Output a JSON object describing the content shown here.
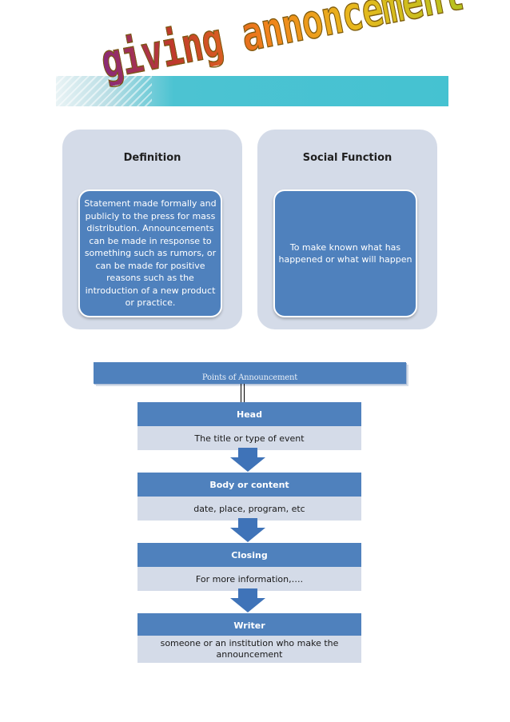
{
  "header": {
    "title": "giving annoncement"
  },
  "panels": {
    "definition": {
      "title": "Definition",
      "text": "Statement made formally and publicly to the press for mass distribution. Announcements can be made in response to something such as rumors, or can be made for positive reasons such as the introduction of a new product or practice."
    },
    "social_function": {
      "title": "Social Function",
      "text": "To make known what has happened or what will happen"
    }
  },
  "flow": {
    "title": "Points of Announcement",
    "steps": [
      {
        "head": "Head",
        "body": "The title or type of event"
      },
      {
        "head": "Body or content",
        "body": "date, place, program, etc"
      },
      {
        "head": "Closing",
        "body": "For more information,…."
      },
      {
        "head": "Writer",
        "body": "someone or an institution who make the announcement"
      }
    ]
  },
  "colors": {
    "banner": "#45c2d1",
    "panel_bg": "#d4dbe8",
    "box_blue": "#4f81bd",
    "arrow_blue": "#3f73b8"
  }
}
